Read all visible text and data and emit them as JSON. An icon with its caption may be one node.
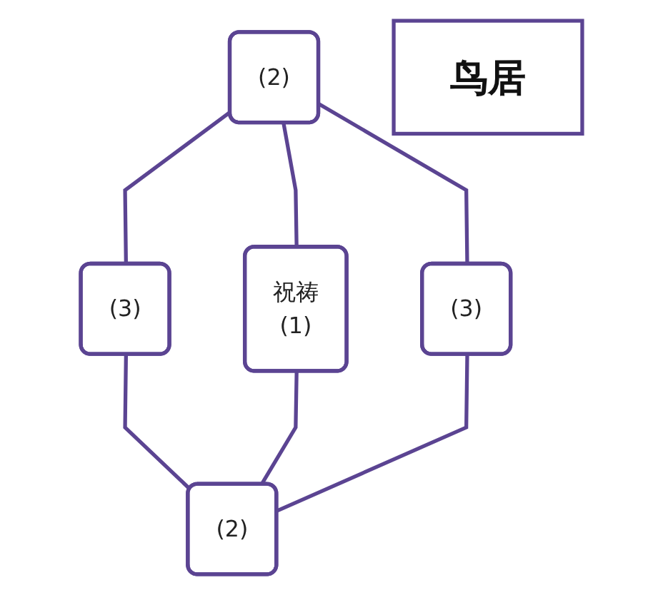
{
  "diagram": {
    "nodes": [
      {
        "text": [
          "(2)"
        ]
      },
      {
        "text": [
          "(3)"
        ]
      },
      {
        "text": [
          "鸟居"
        ]
      },
      {
        "text": [
          "(3)"
        ]
      },
      {
        "text": [
          "祝祷",
          "(1)"
        ]
      },
      {
        "text": [
          "(2)"
        ]
      }
    ],
    "edges": [
      {
        "from": 0,
        "to": 1,
        "arrow": "none"
      },
      {
        "from": 0,
        "to": 4,
        "arrow": "none"
      },
      {
        "from": 0,
        "to": 3,
        "arrow": "none"
      },
      {
        "from": 1,
        "to": 5,
        "arrow": "none"
      },
      {
        "from": 4,
        "to": 5,
        "arrow": "none"
      },
      {
        "from": 3,
        "to": 5,
        "arrow": "none"
      }
    ]
  }
}
